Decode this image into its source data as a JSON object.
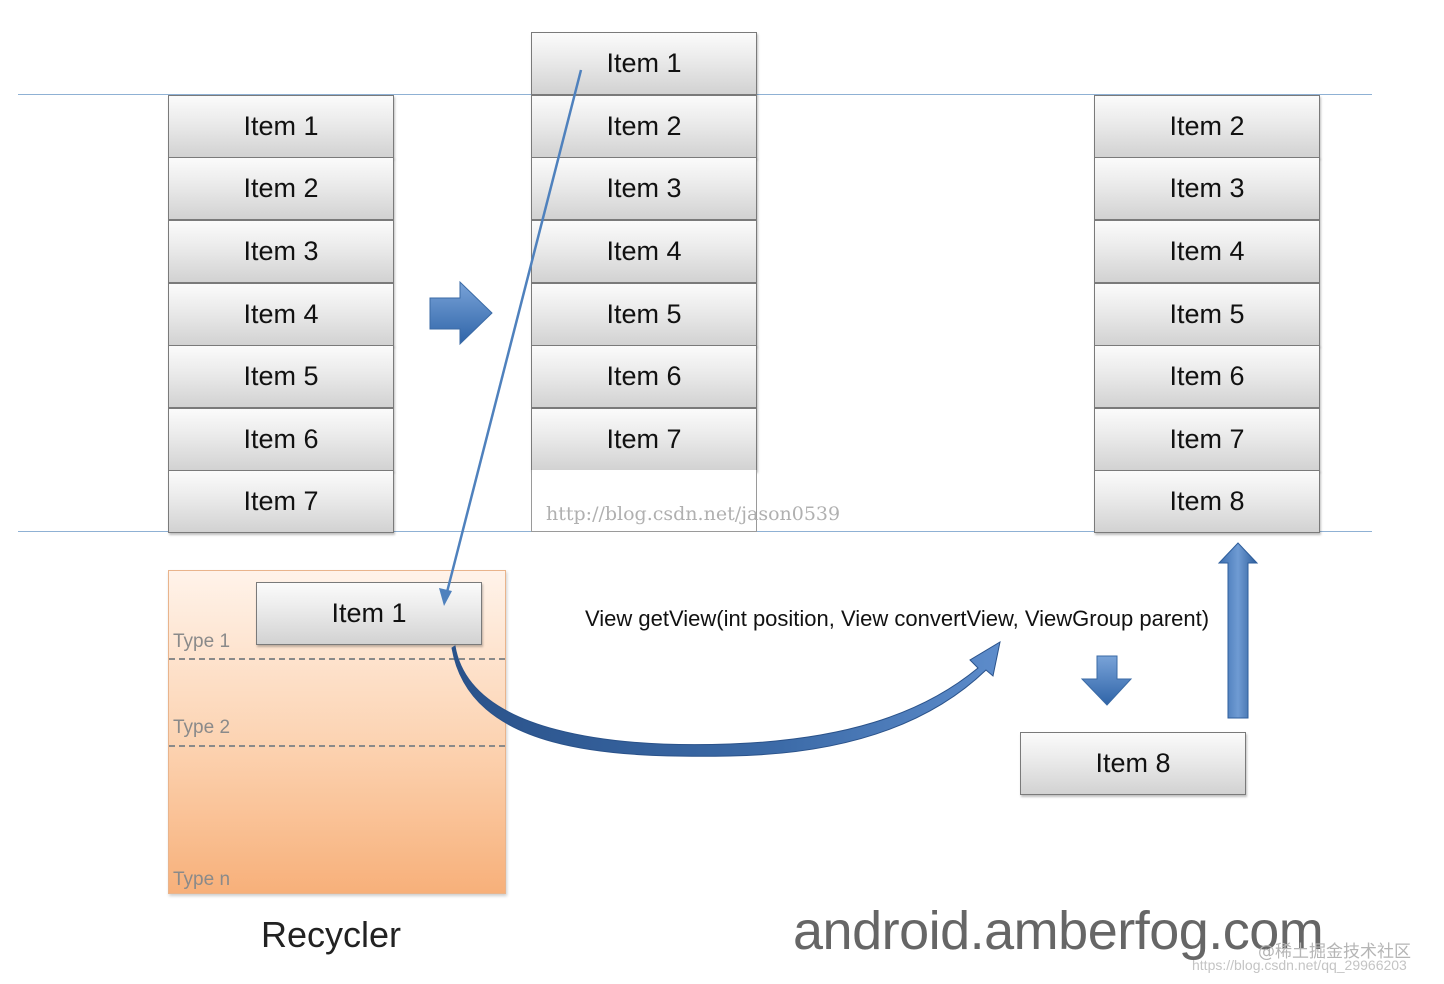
{
  "column_left": {
    "items": [
      "Item 1",
      "Item 2",
      "Item 3",
      "Item 4",
      "Item 5",
      "Item 6",
      "Item 7"
    ]
  },
  "column_middle": {
    "items": [
      "Item 1",
      "Item 2",
      "Item 3",
      "Item 4",
      "Item 5",
      "Item 6",
      "Item 7"
    ]
  },
  "column_right": {
    "items": [
      "Item 2",
      "Item 3",
      "Item 4",
      "Item 5",
      "Item 6",
      "Item 7",
      "Item 8"
    ]
  },
  "recycler": {
    "label": "Recycler",
    "item": "Item 1",
    "types": [
      "Type 1",
      "Type 2",
      "Type n"
    ]
  },
  "new_item": "Item 8",
  "method_signature": "View getView(int position, View convertView, ViewGroup parent)",
  "watermark_url": "http://blog.csdn.net/jason0539",
  "brand": "android.amberfog.com",
  "watermark_community": "@稀土掘金技术社区",
  "watermark_small_url": "https://blog.csdn.net/qq_29966203",
  "colors": {
    "arrow_blue": "#4f81bd",
    "arrow_dark": "#2c5a94",
    "guide_line": "#8fb1d4",
    "recycler_fill": "#f7b07a"
  }
}
